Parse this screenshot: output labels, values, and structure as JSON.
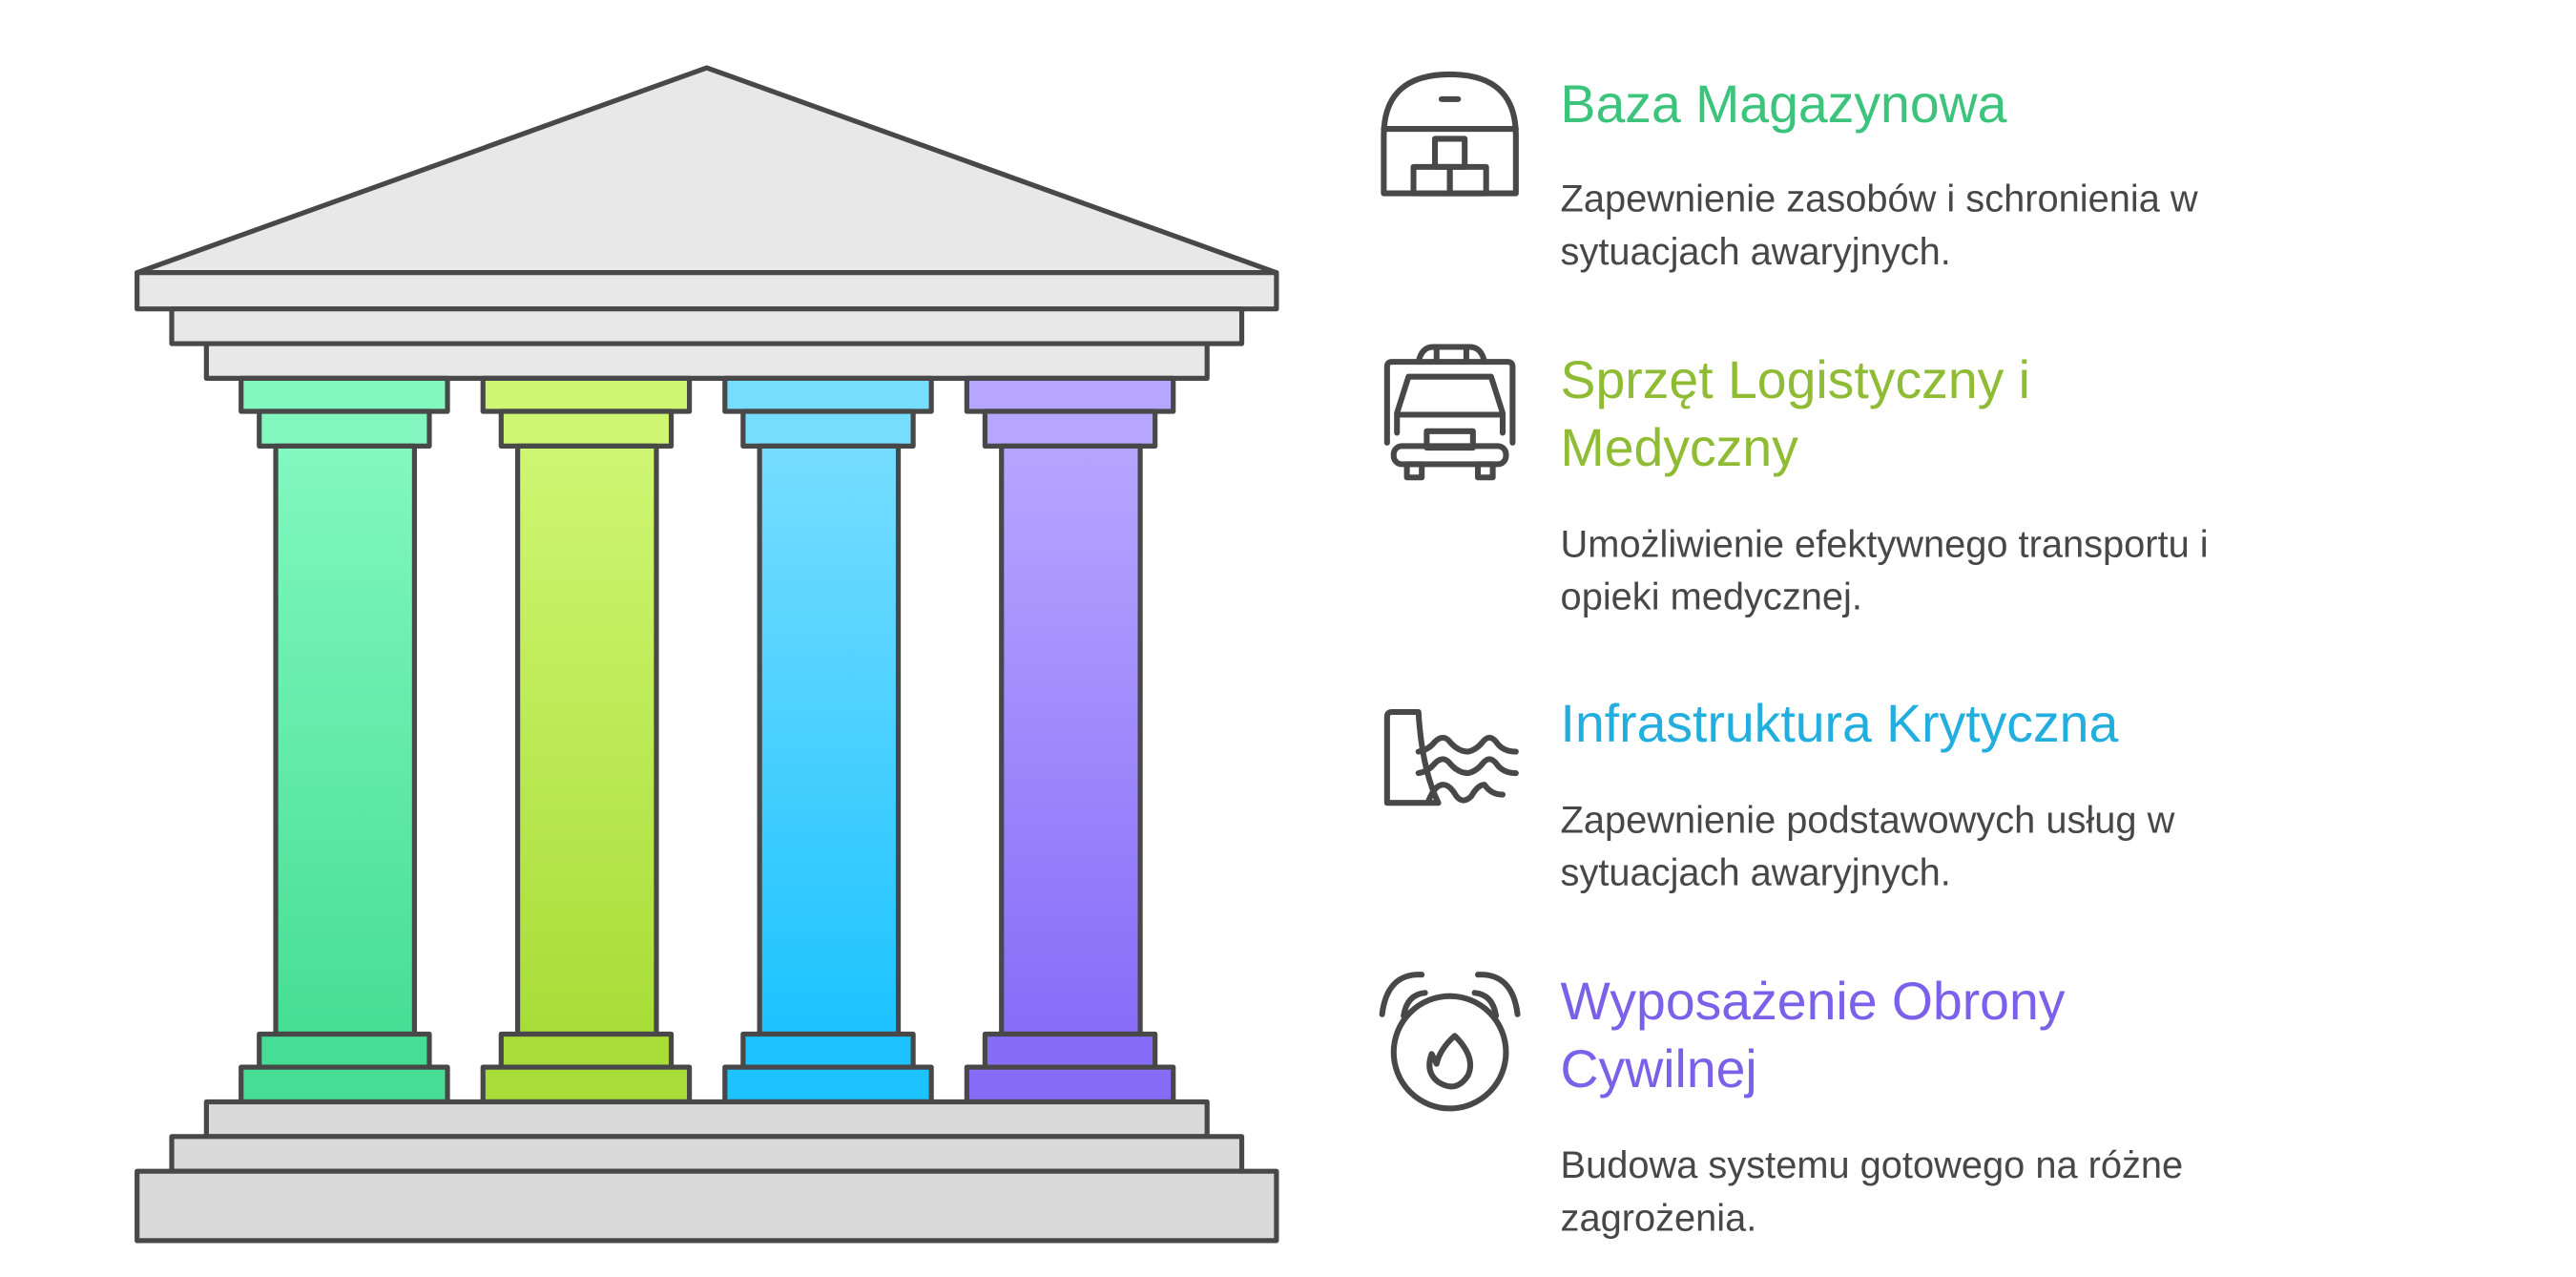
{
  "colors": {
    "green": "#3cc47c",
    "lime": "#8fbc34",
    "blue": "#22aede",
    "purple": "#7b61e9",
    "outline": "#484848"
  },
  "items": [
    {
      "icon": "warehouse-icon",
      "title_lines": [
        "Baza Magazynowa"
      ],
      "desc_lines": [
        "Zapewnienie zasobów i schronienia w",
        "sytuacjach awaryjnych."
      ]
    },
    {
      "icon": "ambulance-icon",
      "title_lines": [
        "Sprzęt Logistyczny i",
        "Medyczny"
      ],
      "desc_lines": [
        "Umożliwienie efektywnego transportu i",
        "opieki medycznej."
      ]
    },
    {
      "icon": "dam-icon",
      "title_lines": [
        "Infrastruktura Krytyczna"
      ],
      "desc_lines": [
        "Zapewnienie podstawowych usług w",
        "sytuacjach awaryjnych."
      ]
    },
    {
      "icon": "fire-alarm-icon",
      "title_lines": [
        "Wyposażenie Obrony",
        "Cywilnej"
      ],
      "desc_lines": [
        "Budowa systemu gotowego na różne",
        "zagrożenia."
      ]
    }
  ]
}
